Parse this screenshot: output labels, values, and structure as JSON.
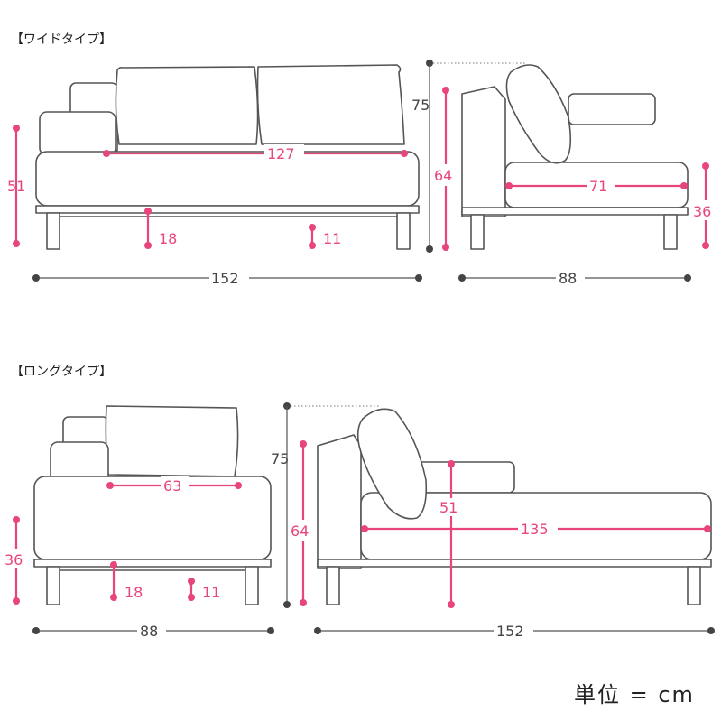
{
  "sections": {
    "wide": {
      "title": "【ワイドタイプ】"
    },
    "long": {
      "title": "【ロングタイプ】"
    }
  },
  "dimensions": {
    "wide_front": {
      "seat_height": "51",
      "seat_width": "127",
      "leg_left": "18",
      "leg_right": "11",
      "total_width": "152"
    },
    "wide_side": {
      "total_height": "75",
      "back_height": "64",
      "seat_depth": "71",
      "arm_height": "36",
      "total_depth": "88"
    },
    "long_front": {
      "arm_height": "36",
      "seat_width": "63",
      "leg_left": "18",
      "leg_right": "11",
      "total_width": "88"
    },
    "long_side": {
      "total_height": "75",
      "back_height": "64",
      "seat_height": "51",
      "seat_depth": "135",
      "total_depth": "152"
    }
  },
  "unit_label": "単位 = cm",
  "colors": {
    "accent": "#e8457c",
    "line": "#555555"
  }
}
